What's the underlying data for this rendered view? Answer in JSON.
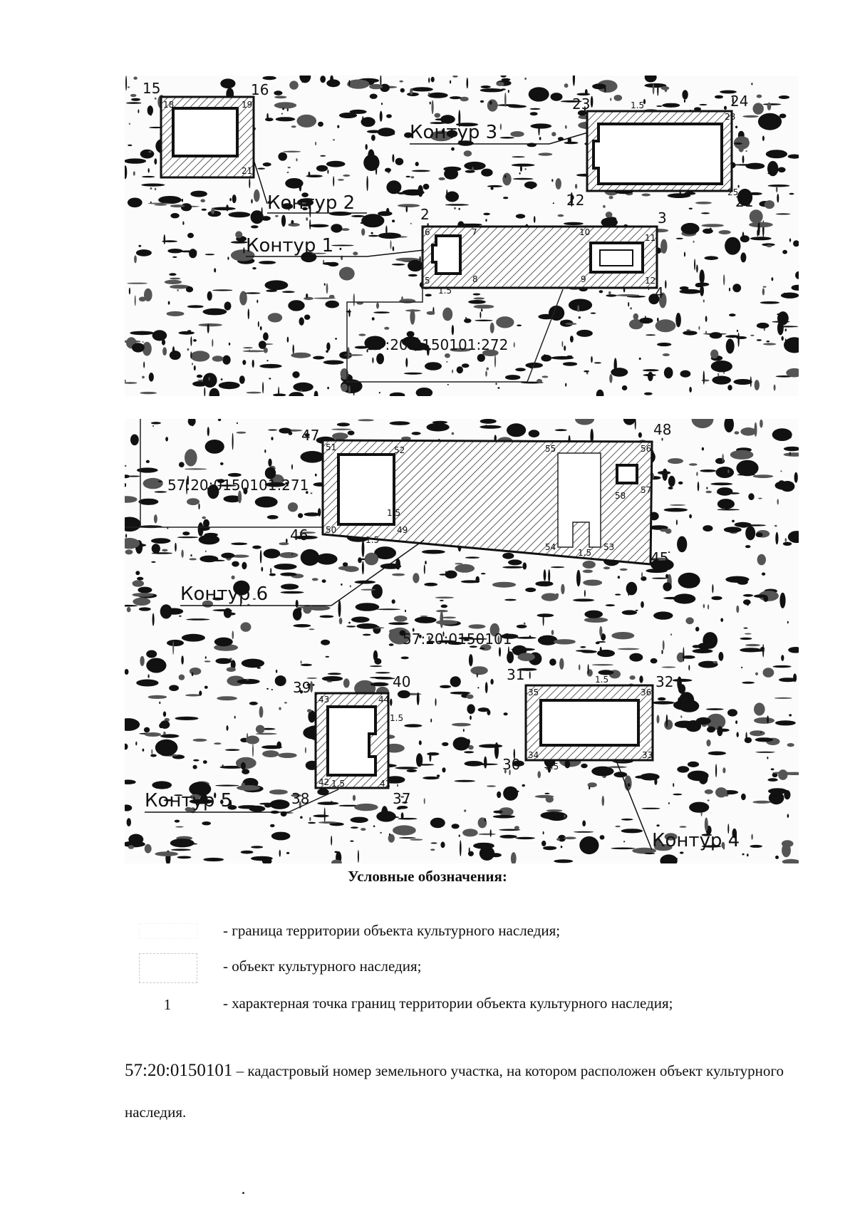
{
  "map1": {
    "contours": [
      "Контур 3",
      "Контур 2",
      "Контур 1"
    ],
    "parcel": "57:20:0150101:272",
    "points": {
      "p15": "15",
      "p16": "16",
      "p18": "18",
      "p19": "19",
      "p21": "21",
      "p23": "23",
      "p24": "24",
      "p28": "28",
      "p25": "25",
      "p22": "22",
      "p21b": "21",
      "p2": "2",
      "p3": "3",
      "p4": "4",
      "p6": "6",
      "p7": "7",
      "p10": "10",
      "p11": "11",
      "p12": "12",
      "p9": "9",
      "p5": "5",
      "p8": "8"
    },
    "offset": "1.5"
  },
  "map2": {
    "contours": [
      "Контур 6",
      "Контур 5",
      "Контур 4"
    ],
    "parcels": [
      "57:20:0150101:271",
      "57:20:0150101"
    ],
    "points": {
      "p47": "47",
      "p48": "48",
      "p51": "51",
      "p52": "52",
      "p55": "55",
      "p56": "56",
      "p58": "58",
      "p57": "57",
      "p46": "46",
      "p50": "50",
      "p49": "49",
      "p54": "54",
      "p53": "53",
      "p45": "45",
      "p31": "31",
      "p32": "32",
      "p35": "35",
      "p36": "36",
      "p30": "30",
      "p34": "34",
      "p33": "33",
      "p39": "39",
      "p40": "40",
      "p43": "43",
      "p44": "44",
      "p42": "42",
      "p41": "41",
      "p38": "38",
      "p37": "37"
    },
    "offset": "1.5"
  },
  "legend": {
    "title": "Условные обозначения:",
    "items": [
      "- граница территории объекта культурного наследия;",
      "- объект культурного наследия;",
      "- характерная точка границ территории объекта культурного наследия;"
    ],
    "point_symbol": "1",
    "note_number": "57:20:0150101",
    "note_text": " – кадастровый номер земельного участка, на котором расположен объект культурного наследия."
  }
}
